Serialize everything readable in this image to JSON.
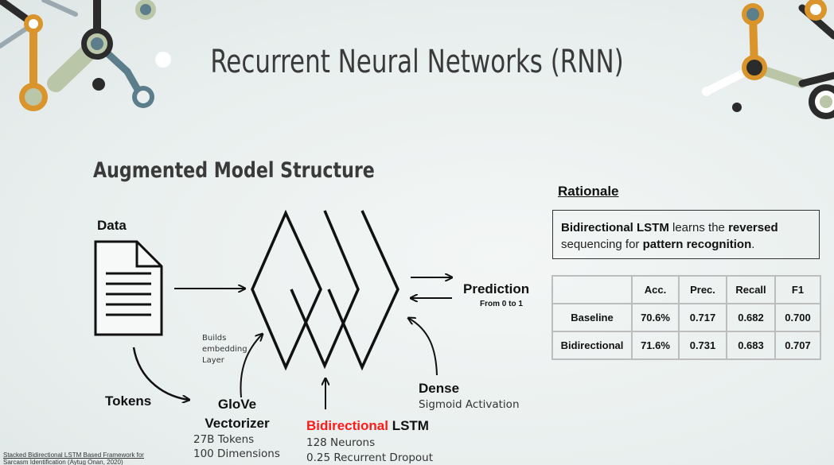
{
  "title": "Recurrent Neural Networks (RNN)",
  "subtitle": "Augmented Model Structure",
  "diagram": {
    "data_label": "Data",
    "tokens_label": "Tokens",
    "builds_label": [
      "Builds",
      "embedding",
      "Layer"
    ],
    "glove": {
      "title_line1": "GloVe",
      "title_line2": "Vectorizer",
      "detail_line1": "27B Tokens",
      "detail_line2": "100 Dimensions"
    },
    "lstm": {
      "title_red": "Bidirectional",
      "title_rest": " LSTM",
      "detail_line1": "128 Neurons",
      "detail_line2": "0.25 Recurrent Dropout"
    },
    "dense": {
      "title": "Dense",
      "detail": "Sigmoid Activation"
    },
    "prediction": {
      "title": "Prediction",
      "detail": "From 0 to 1"
    }
  },
  "rationale": {
    "heading": "Rationale",
    "bold1": "Bidirectional LSTM",
    "text1": " learns the ",
    "bold2": "reversed",
    "text2": "sequencing for ",
    "bold3": "pattern recognition",
    "text3": "."
  },
  "table": {
    "headers": [
      "",
      "Acc.",
      "Prec.",
      "Recall",
      "F1"
    ],
    "rows": [
      [
        "Baseline",
        "70.6%",
        "0.717",
        "0.682",
        "0.700"
      ],
      [
        "Bidirectional",
        "71.6%",
        "0.731",
        "0.683",
        "0.707"
      ]
    ]
  },
  "footnote": "Stacked Bidirectional LSTM Based Framework for Sarcasm Identification (Aytug Onan, 2020)",
  "colors": {
    "accent_orange": "#d9952b",
    "accent_sage": "#b9c7a8",
    "accent_slate": "#5c7d8a",
    "red": "#ff1a1a"
  }
}
